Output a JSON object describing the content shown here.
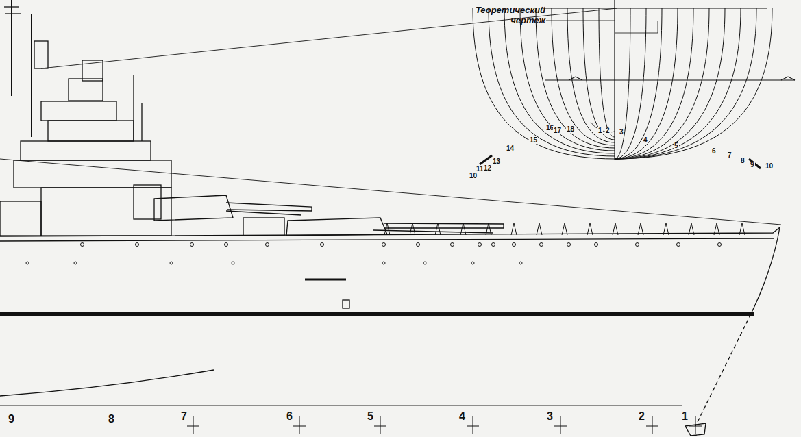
{
  "diagram": {
    "labels": [
      "Теоретический чертеж",
      "10",
      "11",
      "12",
      "13",
      "14",
      "15",
      "16",
      "17",
      "18",
      "1",
      "2",
      "3",
      "4",
      "5",
      "6",
      "7",
      "8",
      "9",
      "10",
      "9",
      "8",
      "7",
      "6",
      "5",
      "4",
      "3",
      "2",
      "1"
    ]
  }
}
